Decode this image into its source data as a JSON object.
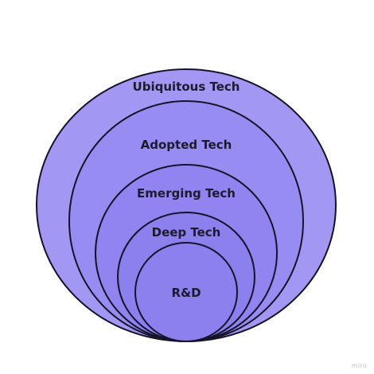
{
  "diagram": {
    "layers": [
      {
        "label": "Ubiquitous Tech",
        "fill": "#a298f4"
      },
      {
        "label": "Adopted Tech",
        "fill": "#978cf1"
      },
      {
        "label": "Emerging Tech",
        "fill": "#9183f0"
      },
      {
        "label": "Deep Tech",
        "fill": "#8c7fee"
      },
      {
        "label": "R&D",
        "fill": "#8c7fee"
      }
    ],
    "stroke": "#15142a"
  },
  "watermark": "miro"
}
